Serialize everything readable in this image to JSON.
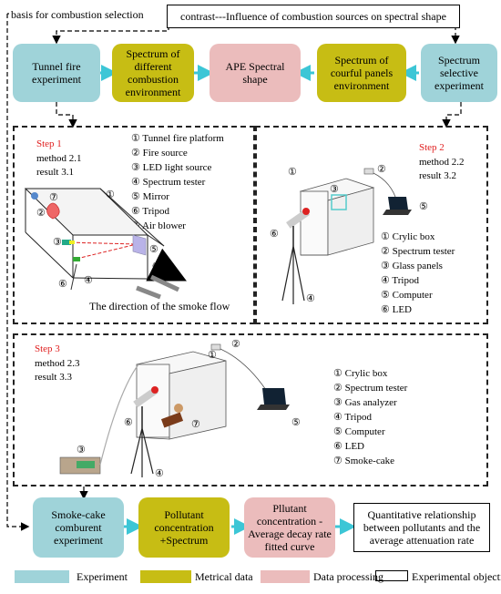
{
  "header": {
    "basis_label": "basis for combustion selection",
    "contrast_label": "contrast---Influence of combustion sources on spectral shape"
  },
  "top_row": {
    "tunnel": "Tunnel fire experiment",
    "spectrum_env": "Spectrum of different combustion environment",
    "ape": "APE Spectral shape",
    "panels_env": "Spectrum of courful panels environment",
    "selective": "Spectrum selective experiment"
  },
  "step1": {
    "title": "Step 1",
    "method": "method 2.1",
    "result": "result 3.1",
    "items": [
      "① Tunnel fire platform",
      "② Fire source",
      "③ LED light source",
      "④ Spectrum tester",
      "⑤ Mirror",
      "⑥ Tripod",
      "⑦ Air blower"
    ],
    "flow_label": "The direction of the smoke flow"
  },
  "step2": {
    "title": "Step 2",
    "method": "method 2.2",
    "result": "result 3.2",
    "items": [
      "① Crylic box",
      "② Spectrum tester",
      "③ Glass panels",
      "④ Tripod",
      "⑤ Computer",
      "⑥ LED"
    ]
  },
  "step3": {
    "title": "Step 3",
    "method": "method 2.3",
    "result": "result 3.3",
    "items": [
      "① Crylic box",
      "② Spectrum tester",
      "③ Gas analyzer",
      "④ Tripod",
      "⑤ Computer",
      "⑥ LED",
      "⑦ Smoke-cake"
    ]
  },
  "bottom_row": {
    "smoke": "Smoke-cake comburent experiment",
    "pollutant": "Pollutant concentration +Spectrum",
    "decay": "Pllutant concentration - Average decay rate fitted curve",
    "quant": "Quantitative relationship between pollutants and the average attenuation rate"
  },
  "legend": {
    "experiment": "Experiment",
    "metrical": "Metrical data",
    "processing": "Data processing",
    "objective": "Experimental objective"
  },
  "colors": {
    "experiment": "#9fd3d9",
    "metrical": "#c7bd14",
    "processing": "#ebbcbc",
    "step_red": "#e02020"
  },
  "numbers": {
    "s1": [
      "①",
      "②",
      "③",
      "④",
      "⑤",
      "⑥",
      "⑦"
    ],
    "s2": [
      "①",
      "②",
      "③",
      "④",
      "⑤",
      "⑥"
    ],
    "s3": [
      "①",
      "②",
      "③",
      "④",
      "⑤",
      "⑥",
      "⑦"
    ]
  }
}
